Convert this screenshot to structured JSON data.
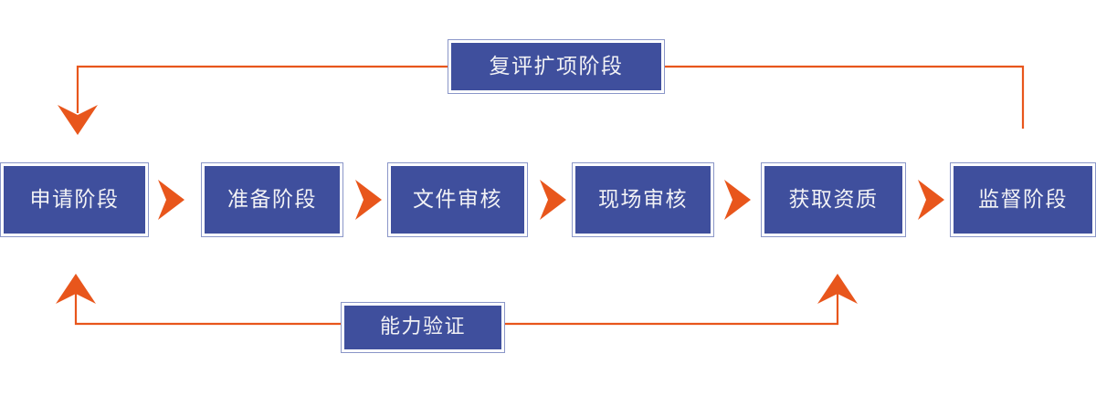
{
  "diagram": {
    "type": "process-flow",
    "title_visible": false,
    "colors": {
      "box_fill": "#3F4F9D",
      "box_border": "#8A96C8",
      "box_inner_gap": "#FFFFFF",
      "label_text": "#F2F2F5",
      "arrow": "#E8561C",
      "background": "#FFFFFF"
    },
    "main_flow": {
      "name": "main-stage-sequence",
      "steps": [
        {
          "id": "step-1",
          "label": "申请阶段"
        },
        {
          "id": "step-2",
          "label": "准备阶段"
        },
        {
          "id": "step-3",
          "label": "文件审核"
        },
        {
          "id": "step-4",
          "label": "现场审核"
        },
        {
          "id": "step-5",
          "label": "获取资质"
        },
        {
          "id": "step-6",
          "label": "监督阶段"
        }
      ],
      "separators": [
        {
          "id": "chevron-1",
          "icon": "chevron-right-icon"
        },
        {
          "id": "chevron-2",
          "icon": "chevron-right-icon"
        },
        {
          "id": "chevron-3",
          "icon": "chevron-right-icon"
        },
        {
          "id": "chevron-4",
          "icon": "chevron-right-icon"
        },
        {
          "id": "chevron-5",
          "icon": "chevron-right-icon"
        }
      ]
    },
    "feedback_loops": [
      {
        "id": "top-loop",
        "label": "复评扩项阶段",
        "from": "监督阶段",
        "to": "申请阶段",
        "arrow_icon": "arrow-down-icon",
        "position": "top"
      },
      {
        "id": "bottom-loop",
        "label": "能力验证",
        "from": "获取资质",
        "to": "申请阶段",
        "arrow_icon": "arrow-up-icon",
        "position": "bottom"
      }
    ]
  }
}
